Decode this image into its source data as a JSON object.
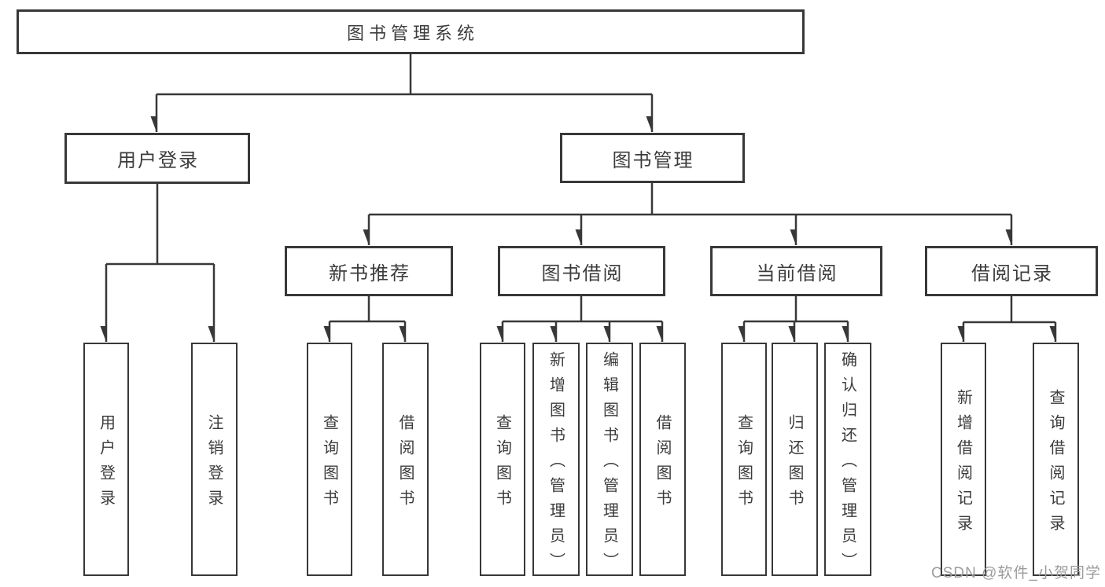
{
  "diagram": {
    "root": "图书管理系统",
    "level2": {
      "user_login": "用户登录",
      "book_mgmt": "图书管理"
    },
    "level3": {
      "new_books": "新书推荐",
      "book_borrow": "图书借阅",
      "current_borrow": "当前借阅",
      "borrow_records": "借阅记录"
    },
    "leaves": {
      "user_login": [
        "用户登录",
        "注销登录"
      ],
      "new_books": [
        "查询图书",
        "借阅图书"
      ],
      "book_borrow": [
        "查询图书",
        "新增图书（管理员）",
        "编辑图书（管理员）",
        "借阅图书"
      ],
      "current_borrow": [
        "查询图书",
        "归还图书",
        "确认归还（管理员）"
      ],
      "borrow_records": [
        "新增借阅记录",
        "查询借阅记录"
      ]
    }
  },
  "watermark": "CSDN @软件_小贺同学",
  "colors": {
    "line": "#383838",
    "text": "#3c3c3c",
    "box_background": "#ffffff",
    "watermark": "#9c9c9c"
  }
}
